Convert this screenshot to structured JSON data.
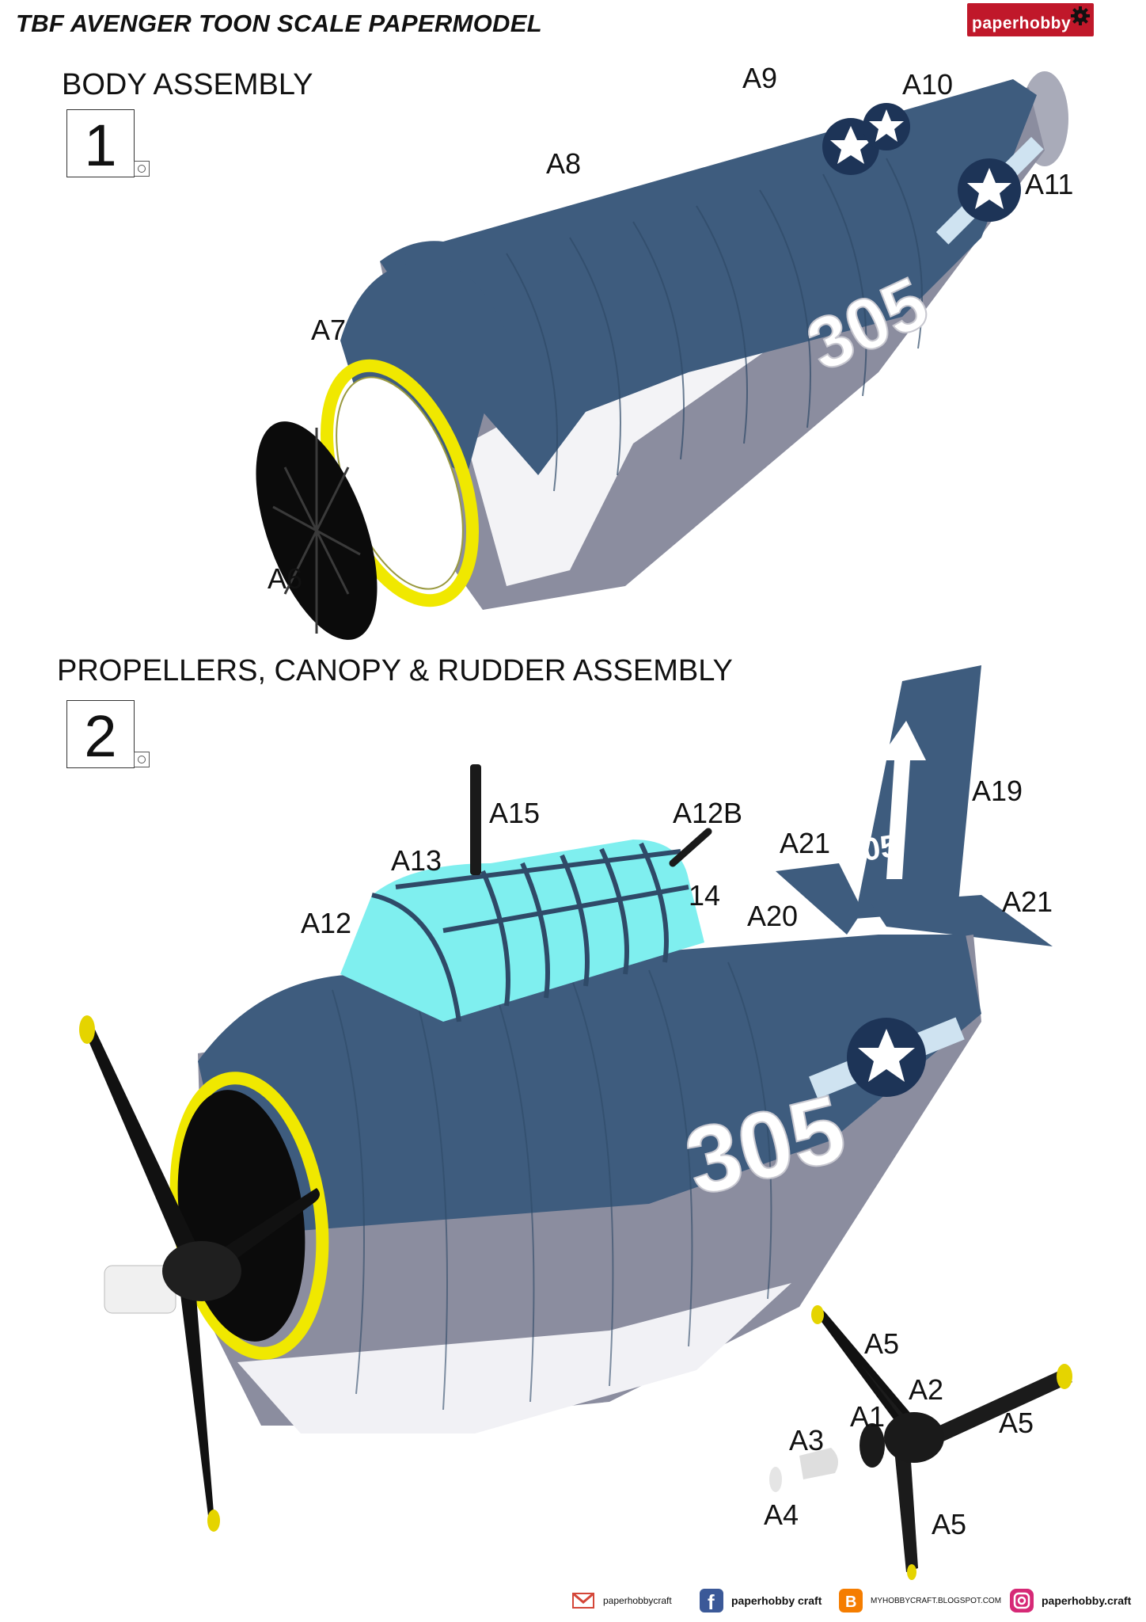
{
  "header": {
    "title": "TBF AVENGER TOON SCALE PAPERMODEL",
    "brand": "paperhobby"
  },
  "steps": [
    {
      "number": "1",
      "title": "BODY ASSEMBLY"
    },
    {
      "number": "2",
      "title": "PROPELLERS, CANOPY & RUDDER ASSEMBLY"
    }
  ],
  "labels1": [
    "A9",
    "A10",
    "A8",
    "A11",
    "A7",
    "A6"
  ],
  "labels2": [
    "A15",
    "A12B",
    "A13",
    "A12",
    "14",
    "A21",
    "A19",
    "A20",
    "A21",
    "A5",
    "A2",
    "A1",
    "A3",
    "A5",
    "A4",
    "A5"
  ],
  "markings": {
    "number": "305"
  },
  "colors": {
    "navy": "#3e5c7e",
    "grey": "#8a8c9e",
    "yellow": "#f0e800",
    "canopy": "#7fefef",
    "brand": "#c0182a"
  },
  "footer": {
    "gmail": "paperhobbycraft",
    "facebook": "paperhobby craft",
    "blog": "MYHOBBYCRAFT.BLOGSPOT.COM",
    "instagram": "paperhobby.craft"
  }
}
